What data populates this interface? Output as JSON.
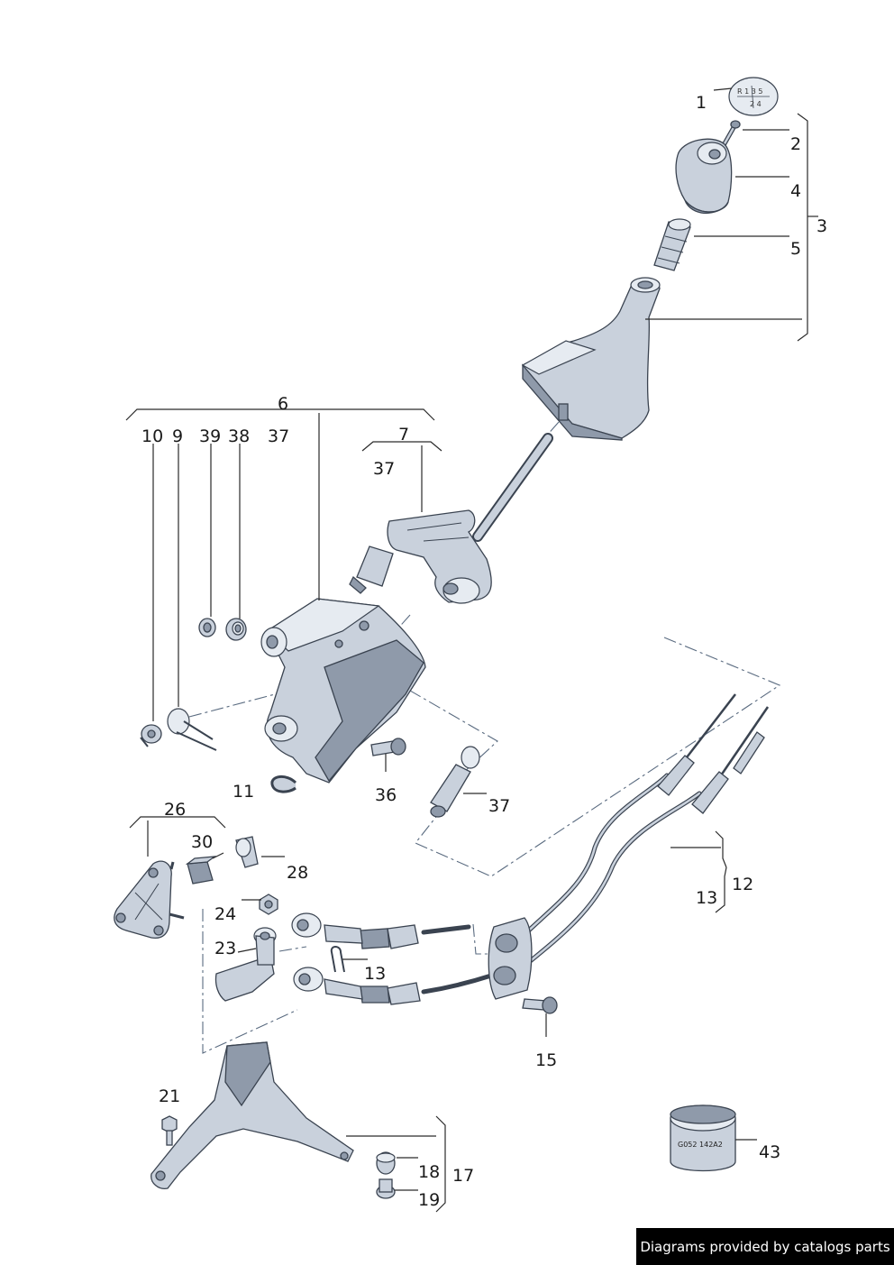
{
  "labels": {
    "l1": "1",
    "l2": "2",
    "l3": "3",
    "l4": "4",
    "l5": "5",
    "l6": "6",
    "l7": "7",
    "l9": "9",
    "l10": "10",
    "l11": "11",
    "l12": "12",
    "l13a": "13",
    "l13b": "13",
    "l15": "15",
    "l17": "17",
    "l18": "18",
    "l19": "19",
    "l21": "21",
    "l23": "23",
    "l24": "24",
    "l26": "26",
    "l28": "28",
    "l30": "30",
    "l36": "36",
    "l37a": "37",
    "l37b": "37",
    "l37c": "37",
    "l38": "38",
    "l39": "39",
    "l43": "43"
  },
  "knob_cap_text": {
    "line1": "R 1 3 5",
    "line2": "2 4"
  },
  "grease_tin_text": "G052 142A2",
  "watermark": "Diagrams provided by catalogs parts"
}
